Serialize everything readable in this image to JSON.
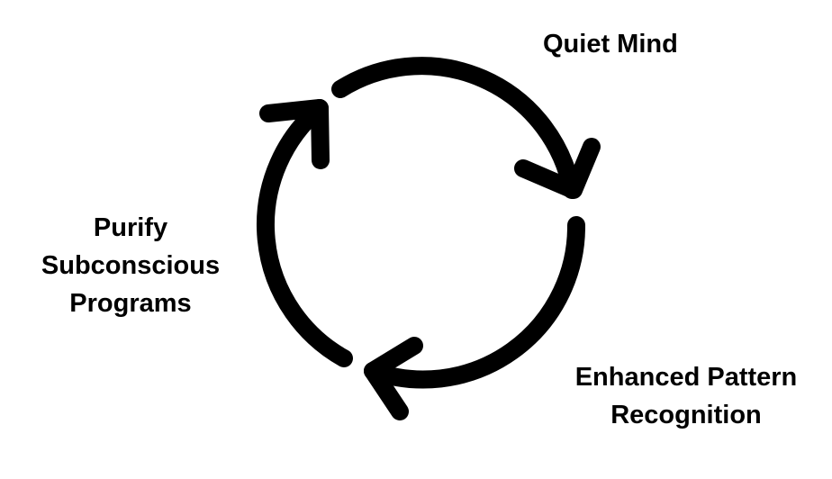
{
  "nodes": {
    "quiet_mind": {
      "lines": [
        "Quiet Mind"
      ]
    },
    "enhanced_pattern_recognition": {
      "lines": [
        "Enhanced Pattern",
        "Recognition"
      ]
    },
    "purify_subconscious_programs": {
      "lines": [
        "Purify",
        "Subconscious",
        "Programs"
      ]
    }
  },
  "style": {
    "arrow_color": "#000000",
    "text_color": "#000000",
    "background": "#ffffff"
  },
  "arrows": {
    "direction": "clockwise",
    "count": 3
  }
}
